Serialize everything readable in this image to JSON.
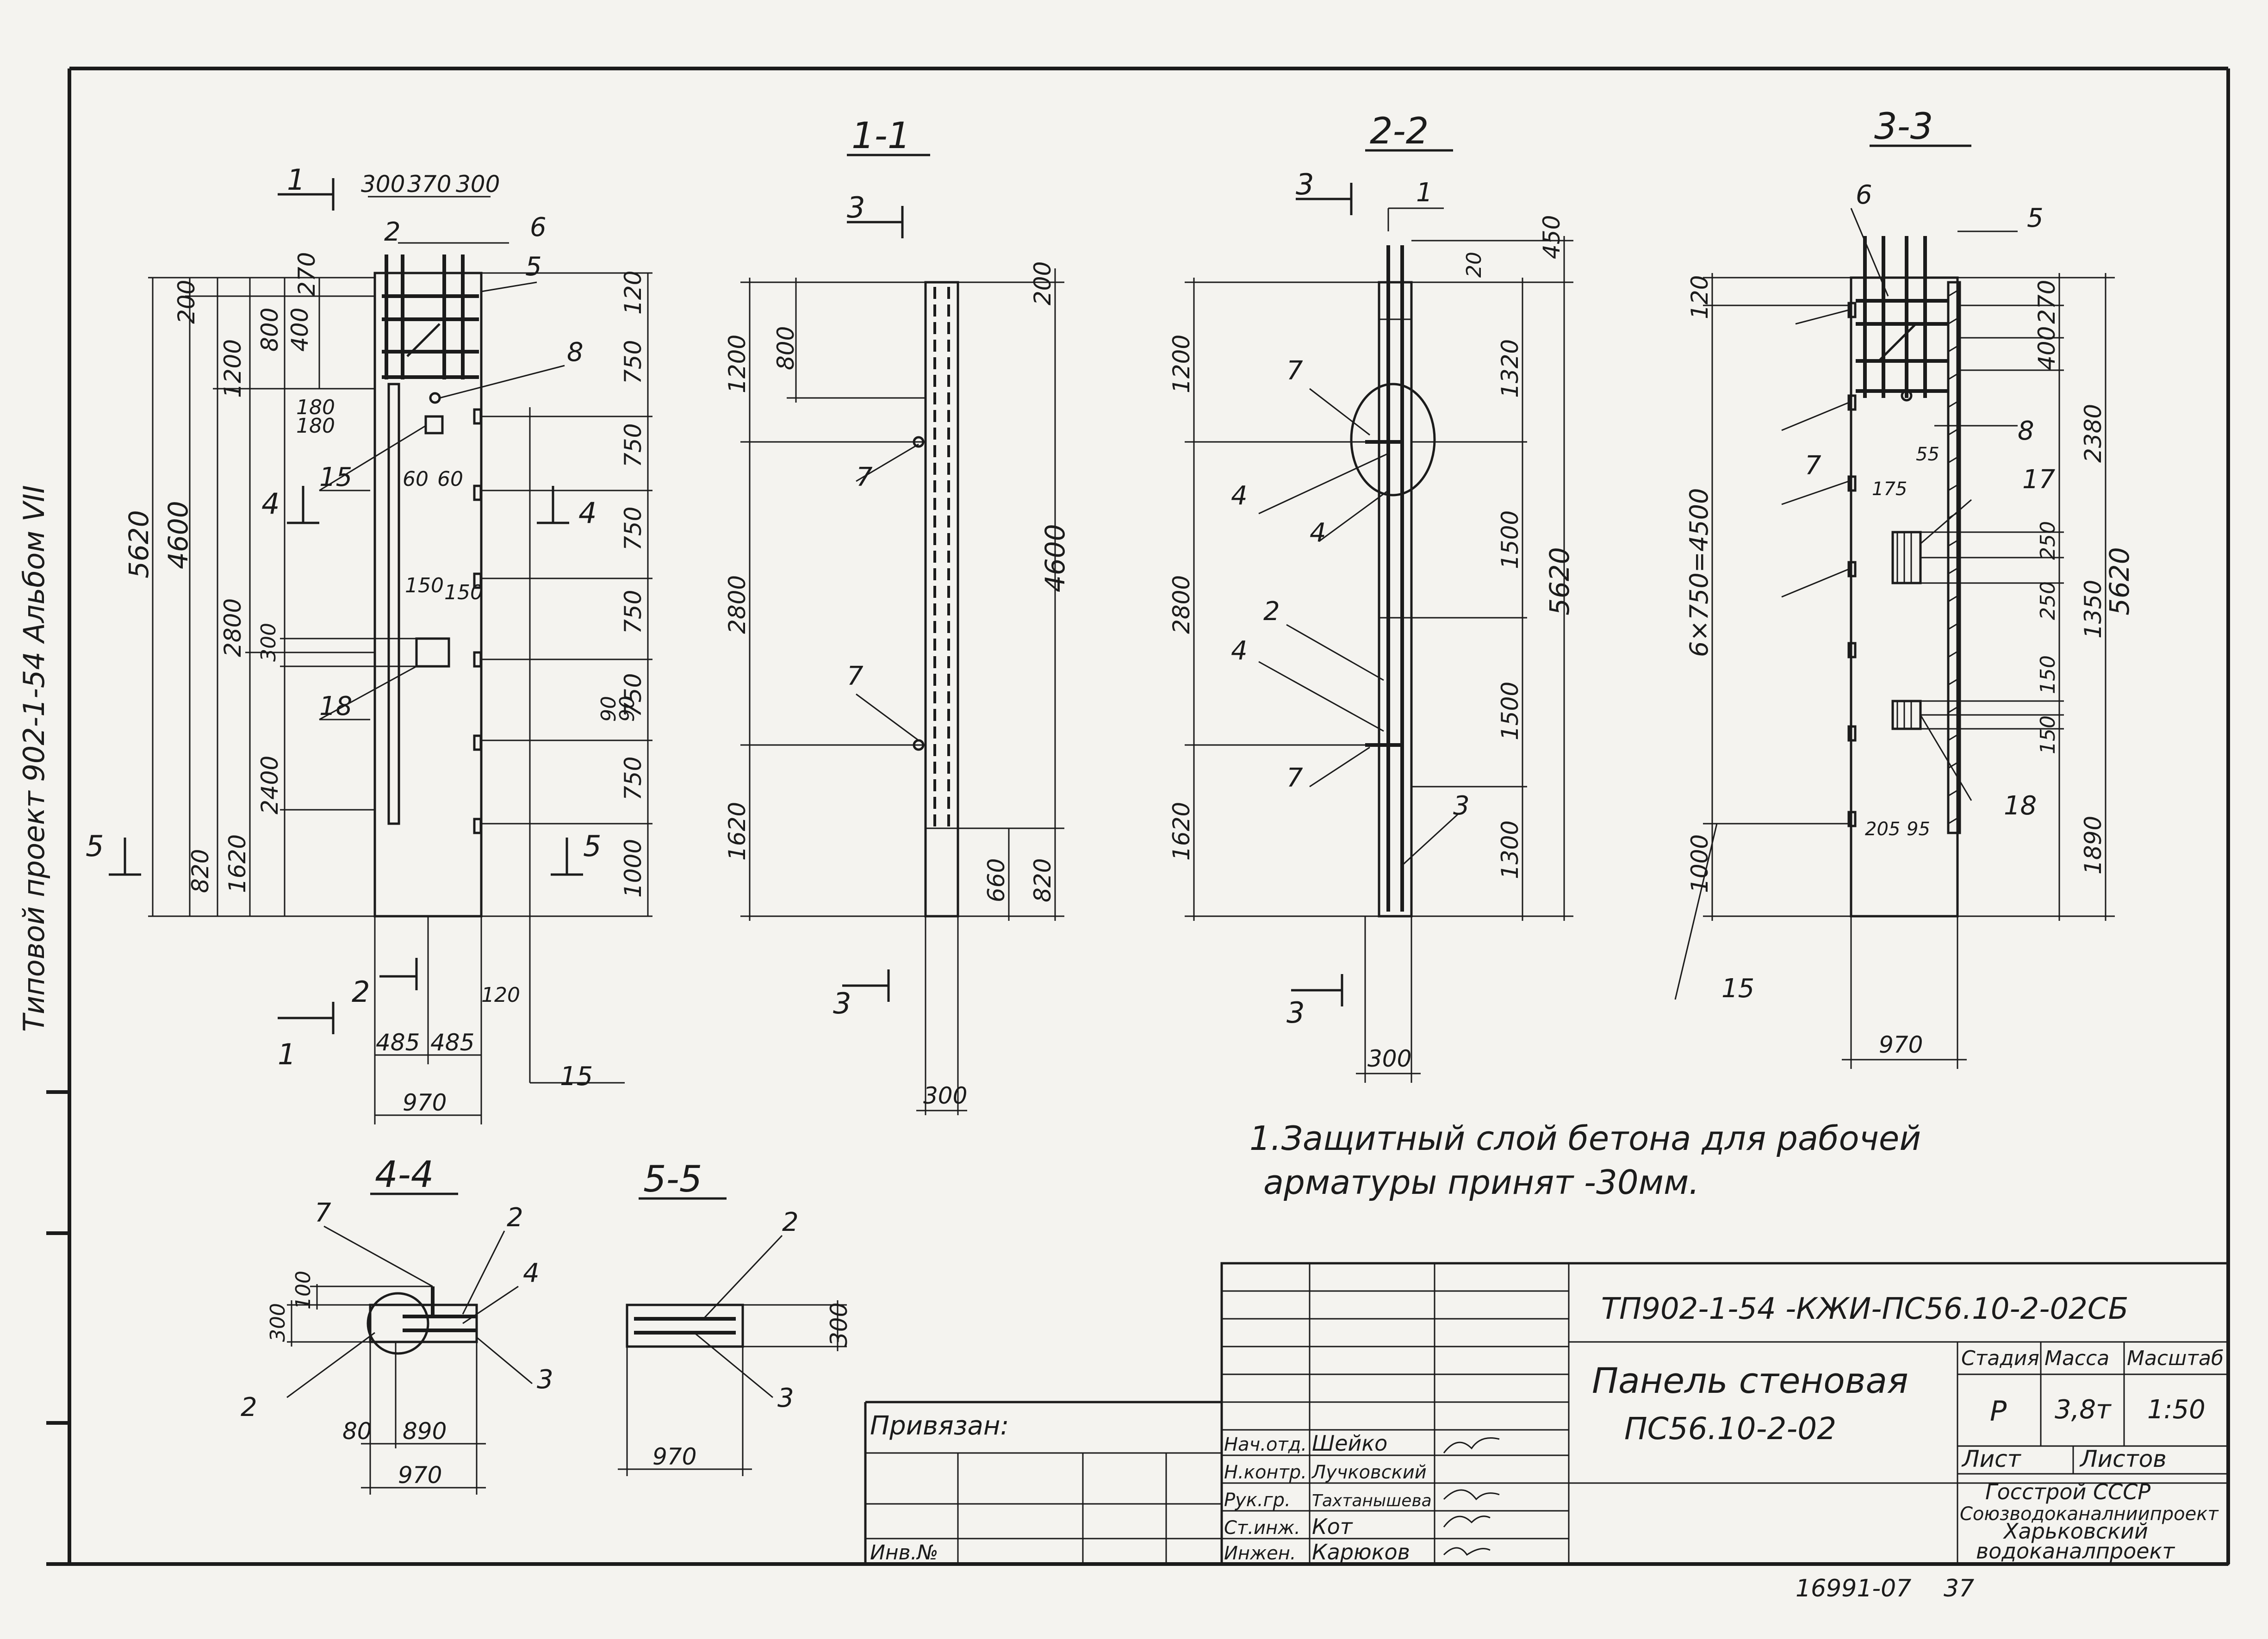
{
  "side_stamp": "Типовой проект 902-1-54 Альбом VII",
  "section_titles": {
    "s1": "1-1",
    "s2": "2-2",
    "s3": "3-3",
    "s4": "4-4",
    "s5": "5-5"
  },
  "cut_marks": {
    "c1": "1",
    "c2": "2",
    "c3": "3",
    "c4": "4",
    "c5": "5"
  },
  "elevation": {
    "top_dims": [
      "300",
      "370",
      "300"
    ],
    "left_dims": [
      "5620",
      "4600",
      "200",
      "1200",
      "2800",
      "2400",
      "820",
      "1620",
      "800",
      "400",
      "270",
      "180",
      "180",
      "300"
    ],
    "right_dims": [
      "120",
      "750",
      "750",
      "750",
      "750",
      "750",
      "750",
      "1000"
    ],
    "inner_dims": [
      "60",
      "60",
      "150",
      "150",
      "90",
      "90",
      "120"
    ],
    "bottom_dims": [
      "485",
      "485",
      "970"
    ],
    "callouts": [
      "2",
      "6",
      "5",
      "8",
      "15",
      "18",
      "15"
    ]
  },
  "section_1_1": {
    "left_dims": [
      "1200",
      "800",
      "2800",
      "1620"
    ],
    "right_dims": [
      "200",
      "4600",
      "660",
      "820"
    ],
    "bottom_dim": "300",
    "callouts": [
      "7",
      "7"
    ]
  },
  "section_2_2": {
    "left_dims": [
      "1200",
      "2800",
      "1620"
    ],
    "right_dims": [
      "450",
      "20",
      "1320",
      "1500",
      "1500",
      "1300",
      "5620"
    ],
    "bottom_dim": "300",
    "callouts": [
      "1",
      "7",
      "4",
      "4",
      "2",
      "4",
      "7",
      "3"
    ]
  },
  "section_3_3": {
    "left_dims": [
      "120",
      "6×750=4500",
      "1000"
    ],
    "right_dims": [
      "270",
      "400",
      "2380",
      "250",
      "250",
      "1350",
      "150",
      "150",
      "5620",
      "1890"
    ],
    "inner_dims": [
      "55",
      "175",
      "205",
      "95"
    ],
    "bottom_dim": "970",
    "callouts": [
      "6",
      "5",
      "7",
      "8",
      "17",
      "18",
      "15"
    ]
  },
  "section_4_4": {
    "dims": [
      "300",
      "100",
      "80",
      "890",
      "970"
    ],
    "callouts": [
      "7",
      "2",
      "4",
      "2",
      "3"
    ]
  },
  "section_5_5": {
    "dims": [
      "300",
      "970"
    ],
    "callouts": [
      "2",
      "3"
    ]
  },
  "note": {
    "line1": "1.Защитный слой бетона для рабочей",
    "line2": "арматуры принят -30мм."
  },
  "title_block": {
    "code": "ТП902-1-54 -КЖИ-ПС56.10-2-02СБ",
    "name_line1": "Панель стеновая",
    "name_line2": "ПС56.10-2-02",
    "stage_label": "Стадия",
    "mass_label": "Масса",
    "scale_label": "Масштаб",
    "stage": "Р",
    "mass": "3,8т",
    "scale": "1:50",
    "sheet_label": "Лист",
    "sheets_label": "Листов",
    "org_line1": "Госстрой СССР",
    "org_line2": "Союзводоканалниипроект",
    "org_line3": "Харьковский",
    "org_line4": "водоканалпроект",
    "bound_label": "Привязан:",
    "inv_label": "Инв.№",
    "staff": [
      {
        "role": "Нач.отд.",
        "name": "Шейко"
      },
      {
        "role": "Н.контр.",
        "name": "Лучковский"
      },
      {
        "role": "Рук.гр.",
        "name": "Тахтанышева"
      },
      {
        "role": "Ст.инж.",
        "name": "Кот"
      },
      {
        "role": "Инжен.",
        "name": "Карюков"
      }
    ]
  },
  "footer": {
    "archive_no": "16991-07",
    "page_no": "37"
  }
}
